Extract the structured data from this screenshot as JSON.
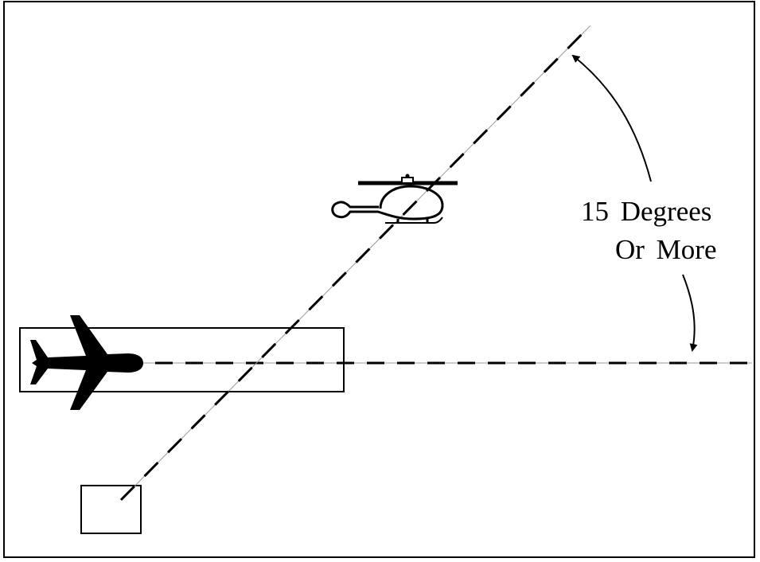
{
  "diagram": {
    "annotation_line1": "15 Degrees",
    "annotation_line2": "Or More",
    "angle_degrees_min": 15,
    "icons": [
      "airplane-icon",
      "helicopter-icon"
    ],
    "colors": {
      "ink": "#000000",
      "background": "#ffffff",
      "thin_line": "#999999"
    }
  }
}
